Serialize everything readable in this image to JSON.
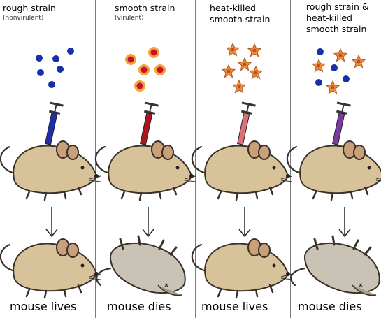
{
  "panels": [
    {
      "id": "rough",
      "title_lines": [
        "rough strain"
      ],
      "subtitle": "(nonvirulent)",
      "outcome": "mouse lives"
    },
    {
      "id": "smooth",
      "title_lines": [
        "smooth strain"
      ],
      "subtitle": "(virulent)",
      "outcome": "mouse dies"
    },
    {
      "id": "heat-killed",
      "title_lines": [
        "heat-killed",
        "smooth strain"
      ],
      "subtitle": "",
      "outcome": "mouse lives"
    },
    {
      "id": "mixture",
      "title_lines": [
        "rough strain &",
        "heat-killed",
        "smooth strain"
      ],
      "subtitle": "",
      "outcome": "mouse dies"
    }
  ],
  "colors": {
    "rough_cell": "#1530a8",
    "smooth_cell_core": "#c8102e",
    "smooth_cell_ring": "#f2a33a",
    "heat_killed_cell": "#e8913a",
    "heat_killed_core": "#c8462e",
    "syringe_rough": "#1f2fa8",
    "syringe_smooth": "#b3121f",
    "syringe_heat_killed": "#d9707a",
    "syringe_mixture": "#7a3aa0",
    "mouse_alive": "#d8c29a",
    "mouse_dead": "#c9c3b6",
    "divider": "#7a7a7a"
  },
  "icons": [
    "bacteria-icon",
    "syringe-icon",
    "mouse-icon",
    "down-arrow-icon"
  ]
}
